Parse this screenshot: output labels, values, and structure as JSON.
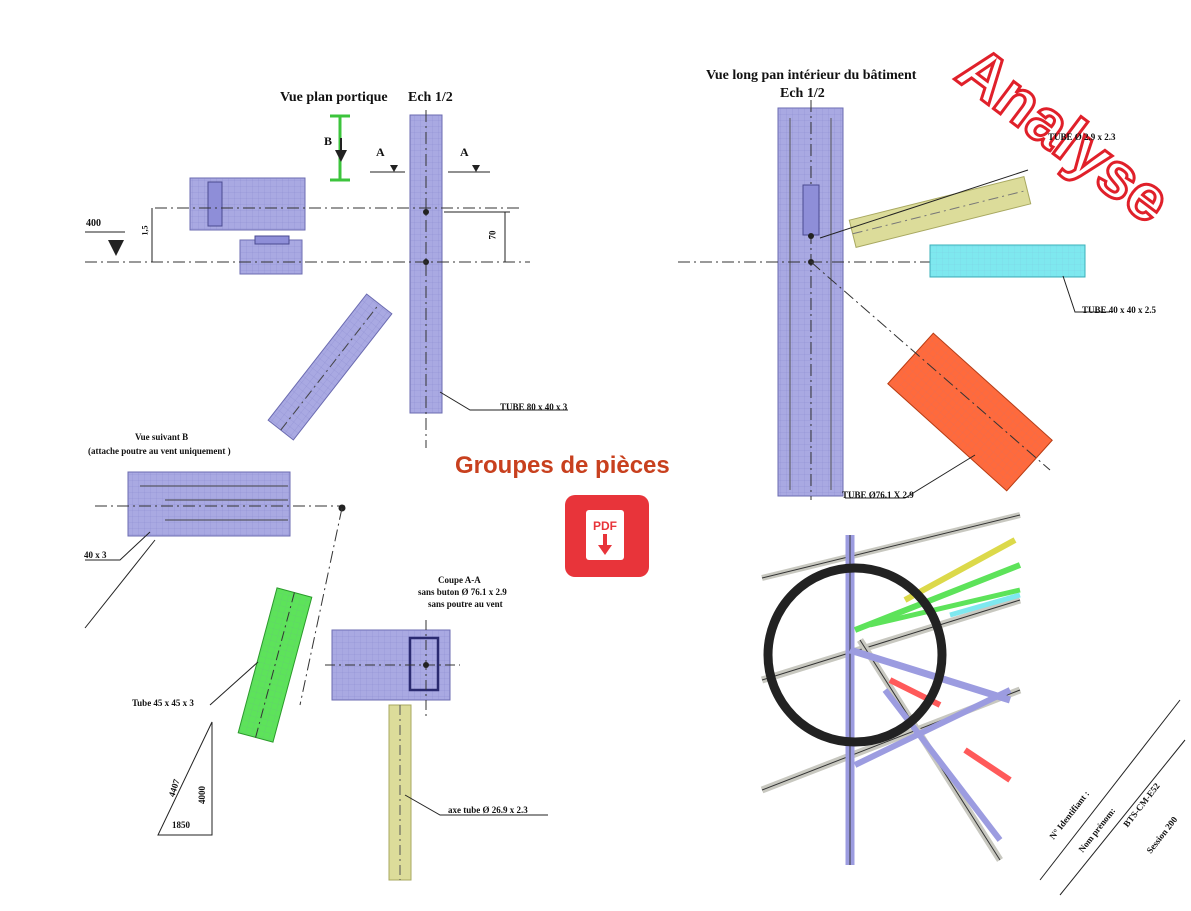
{
  "left_view": {
    "title": "Vue plan portique",
    "scale": "Ech 1/2",
    "section_b": "B",
    "section_a_left": "A",
    "section_a_right": "A",
    "elevation": "400",
    "dim_small": "1,5",
    "dim_70": "70",
    "tube_label": "TUBE 80 x 40 x 3"
  },
  "view_b": {
    "title_line1": "Vue suivant B",
    "title_line2": "(attache poutre au vent uniquement )",
    "tube_label_partial": "40 x 3",
    "tube_45": "Tube 45 x 45 x 3",
    "dim_4407": "4407",
    "dim_4000": "4000",
    "dim_1850": "1850"
  },
  "section_aa": {
    "line1": "Coupe A-A",
    "line2": "sans buton Ø 76.1 x 2.9",
    "line3": "sans poutre au vent",
    "axe_tube": "axe tube Ø 26.9 x 2.3"
  },
  "right_view": {
    "title": "Vue long pan intérieur du bâtiment",
    "scale": "Ech 1/2",
    "tube_top": "TUBE Ø 2.9 x 2.3",
    "tube_40": "TUBE 40 x 40 x 2.5",
    "tube_76": "TUBE Ø76.1 X 2.9"
  },
  "overlay": {
    "analyse": "Analyse",
    "groupes": "Groupes de pièces",
    "pdf_label": "PDF"
  },
  "cartouche": {
    "identifiant": "N° Identifiant :",
    "nom": "Nom prénom:",
    "code": "BTS-CM-E52",
    "session": "Session 200"
  },
  "colors": {
    "steel_blue": "#a9a9e2",
    "yellow": "#dcdc9a",
    "cyan": "#7ee8ef",
    "orange": "#ff6a3c",
    "green": "#5de35a",
    "red_accent": "#c8401e",
    "pdf_red": "#e8343a"
  }
}
